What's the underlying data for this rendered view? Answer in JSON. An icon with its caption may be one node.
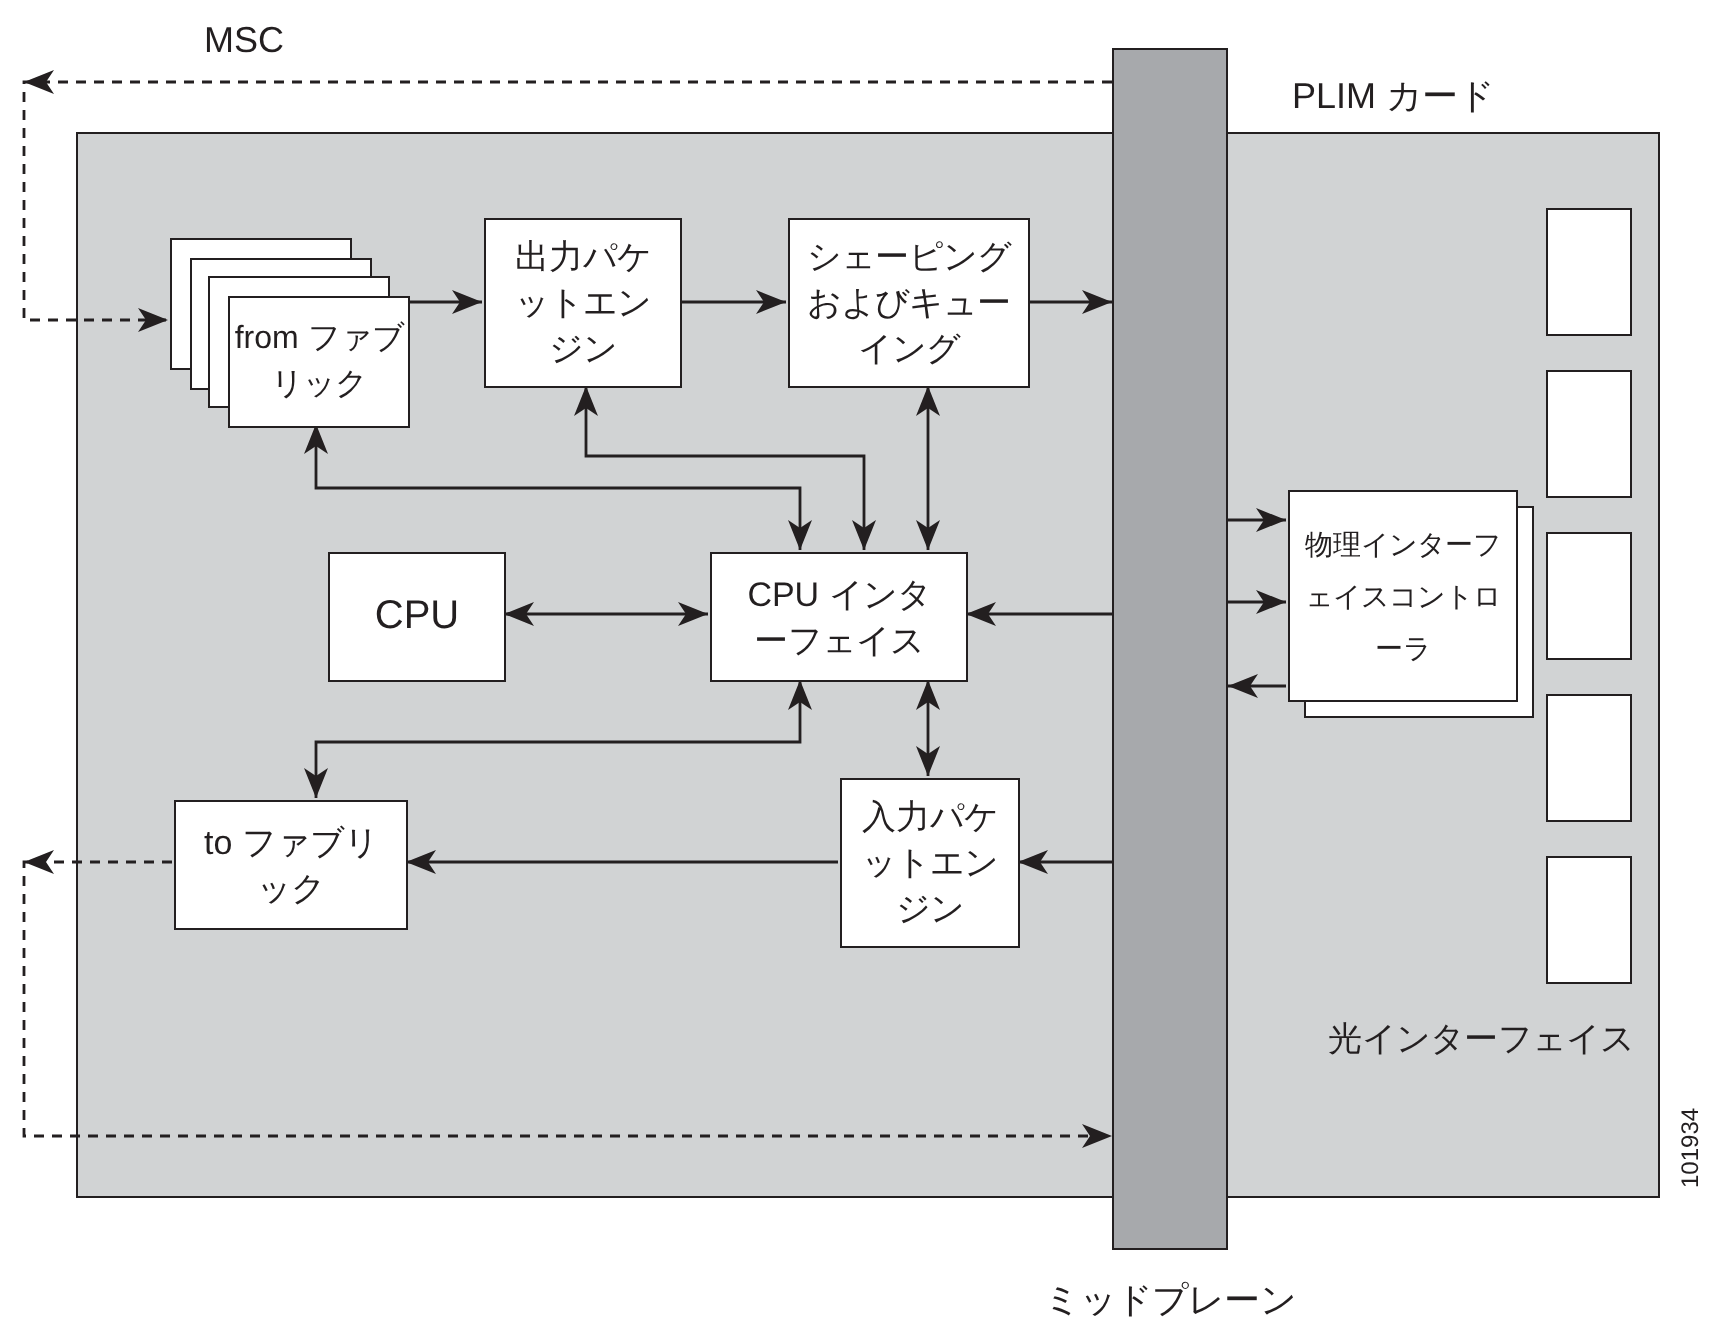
{
  "diagram": {
    "nodes": [
      {
        "text": [],
        "shape": "box"
      },
      {
        "text": [
          "ミッドプレーン"
        ]
      },
      {
        "text": [
          "from ファブリック"
        ],
        "in": 0
      },
      {
        "text": [
          "出力パケットエンジン"
        ],
        "in": 0
      },
      {
        "text": [
          "シェーピングおよびキューイング"
        ],
        "in": 0
      },
      {
        "text": [
          "CPU"
        ],
        "in": 0
      },
      {
        "text": [
          "CPU インターフェイス"
        ],
        "in": 0
      },
      {
        "text": [
          "to ファブリック"
        ],
        "in": 0
      },
      {
        "text": [
          "入力パケットエンジン"
        ],
        "in": 0
      },
      {
        "text": [
          "物理インターフェイスコントローラ"
        ],
        "in": 0
      },
      {
        "text": [],
        "shape": "box",
        "in": 0
      },
      {
        "text": [],
        "shape": "box",
        "in": 0
      },
      {
        "text": [],
        "shape": "box",
        "in": 0
      },
      {
        "text": [],
        "shape": "box",
        "in": 0
      },
      {
        "text": [],
        "shape": "box",
        "in": 0
      }
    ],
    "edges": [
      {
        "from": 1,
        "to": 2,
        "arrow": "to",
        "style": "dashed"
      },
      {
        "from": 2,
        "to": 3,
        "arrow": "to"
      },
      {
        "from": 3,
        "to": 4,
        "arrow": "to"
      },
      {
        "from": 4,
        "to": 1,
        "arrow": "to"
      },
      {
        "from": 2,
        "to": 6,
        "arrow": "both"
      },
      {
        "from": 3,
        "to": 6,
        "arrow": "both"
      },
      {
        "from": 4,
        "to": 6,
        "arrow": "both"
      },
      {
        "from": 5,
        "to": 6,
        "arrow": "both"
      },
      {
        "from": 1,
        "to": 6,
        "arrow": "to"
      },
      {
        "from": 6,
        "to": 7,
        "arrow": "both"
      },
      {
        "from": 6,
        "to": 8,
        "arrow": "both"
      },
      {
        "from": 1,
        "to": 8,
        "arrow": "to"
      },
      {
        "from": 8,
        "to": 7,
        "arrow": "to"
      },
      {
        "from": 7,
        "to": 1,
        "arrow": "to",
        "style": "dashed"
      },
      {
        "from": 1,
        "to": 9,
        "arrow": "to"
      },
      {
        "from": 1,
        "to": 9,
        "arrow": "to"
      },
      {
        "from": 9,
        "to": 1,
        "arrow": "to"
      }
    ],
    "labels": [
      "MSC",
      "PLIM カード",
      "光インターフェイス",
      "101934"
    ]
  }
}
